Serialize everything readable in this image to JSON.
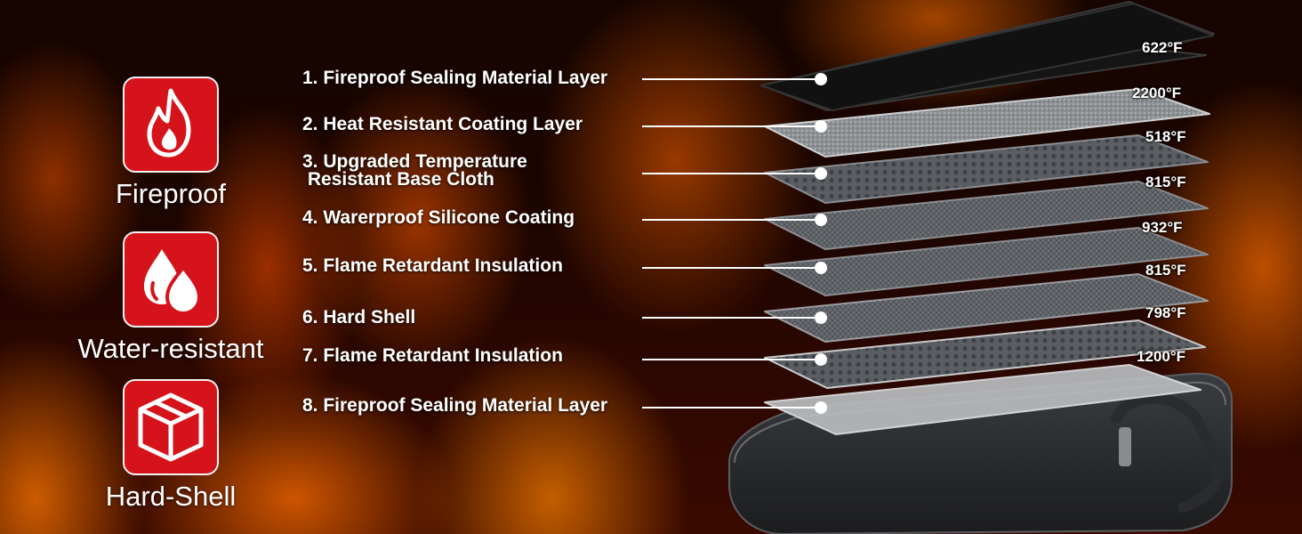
{
  "features": [
    {
      "label": "Fireproof",
      "icon": "fire-icon"
    },
    {
      "label": "Water-resistant",
      "icon": "water-drops-icon"
    },
    {
      "label": "Hard-Shell",
      "icon": "box-icon"
    }
  ],
  "layers": [
    {
      "label": "1. Fireproof Sealing Material Layer",
      "temp": "622°F"
    },
    {
      "label": "2. Heat Resistant Coating Layer",
      "temp": "2200°F"
    },
    {
      "label": "3. Upgraded Temperature \n Resistant Base Cloth",
      "temp": "518°F"
    },
    {
      "label": "4. Warerproof Silicone Coating",
      "temp": "815°F"
    },
    {
      "label": "5. Flame Retardant Insulation",
      "temp": "932°F"
    },
    {
      "label": "6. Hard Shell",
      "temp": "815°F"
    },
    {
      "label": "7. Flame Retardant Insulation",
      "temp": "798°F"
    },
    {
      "label": "8. Fireproof Sealing Material Layer",
      "temp": "1200°F"
    }
  ],
  "colors": {
    "accent_red": "#d6131a",
    "text": "#ffffff"
  }
}
